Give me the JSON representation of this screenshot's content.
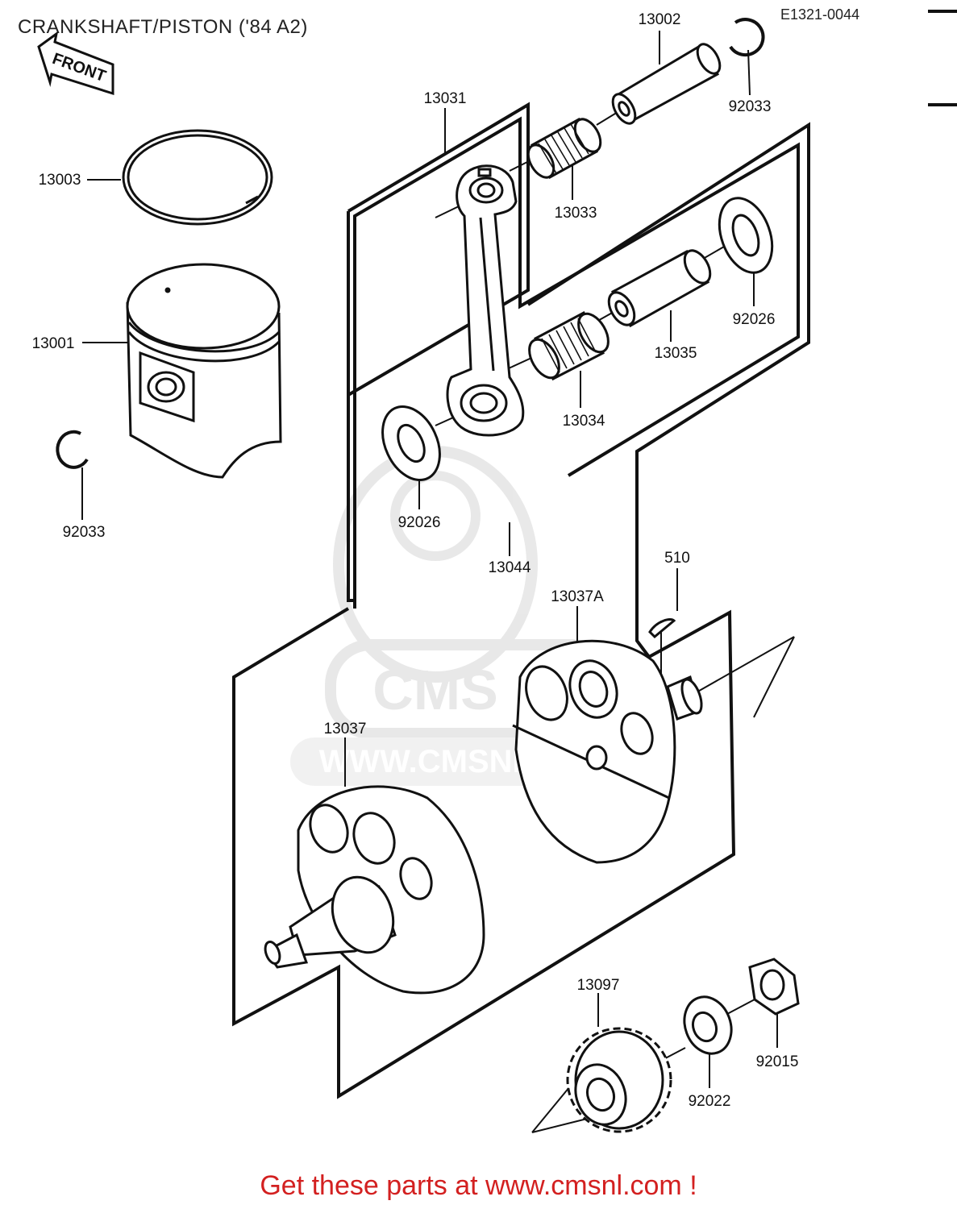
{
  "title": "CRANKSHAFT/PISTON ('84 A2)",
  "diagram_code": "E1321-0044",
  "front_arrow_label": "FRONT",
  "watermark_text": "WWW.CMSNL.COM",
  "footer_text": "Get these parts at www.cmsnl.com !",
  "part_numbers": {
    "p13002": "13002",
    "p92033_top": "92033",
    "p13031": "13031",
    "p13003": "13003",
    "p13033": "13033",
    "p13001": "13001",
    "p92026_right": "92026",
    "p13035": "13035",
    "p13034": "13034",
    "p92033_left": "92033",
    "p92026_left": "92026",
    "p13044": "13044",
    "p510": "510",
    "p13037A": "13037A",
    "p13037": "13037",
    "p13097": "13097",
    "p92015": "92015",
    "p92022": "92022"
  }
}
